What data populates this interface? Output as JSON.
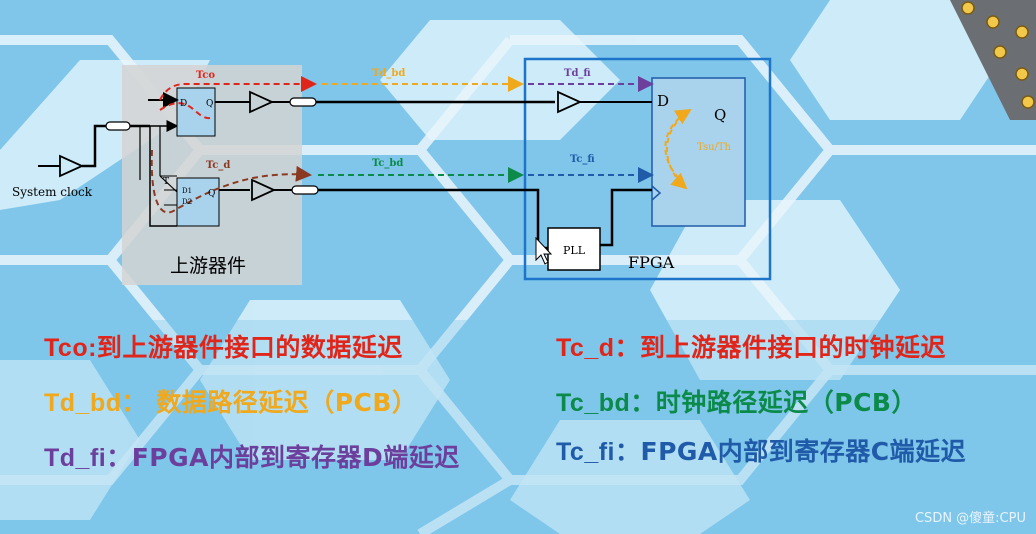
{
  "diagram": {
    "system_clock_label": "System clock",
    "upstream_label": "上游器件",
    "fpga_label": "FPGA",
    "pll_label": "PLL",
    "ff_d": "D",
    "ff_q": "Q",
    "ff2_d1": "D1",
    "ff2_d2": "D2",
    "ff2_t": "T",
    "fpga_ff_d": "D",
    "fpga_ff_q": "Q",
    "tco": "Tco",
    "tc_d": "Tc_d",
    "td_bd": "Td_bd",
    "tc_bd": "Tc_bd",
    "td_fi": "Td_fi",
    "tc_fi": "Tc_fi",
    "tsu_th": "Tsu/Th"
  },
  "legend": {
    "tco_key": "Tco:",
    "tco_text": "到上游器件接口的数据延迟",
    "tc_d_key": "Tc_d",
    "tc_d_text": "：到上游器件接口的时钟延迟",
    "td_bd_key": "Td_bd",
    "td_bd_text": "：  数据路径延迟（PCB）",
    "tc_bd_key": "Tc_bd",
    "tc_bd_text": "：时钟路径延迟（PCB）",
    "td_fi_key": "Td_fi",
    "td_fi_text": "：FPGA内部到寄存器D端延迟",
    "tc_fi_key": "Tc_fi",
    "tc_fi_text": "：FPGA内部到寄存器C端延迟"
  },
  "colors": {
    "red": "#e0261b",
    "orange": "#f0a81c",
    "purple": "#6c3f9c",
    "green": "#0b8a4a",
    "blue": "#1f5ba8",
    "fpga_border": "#1e74c8",
    "register_fill": "#a9d3ec"
  },
  "watermark": "CSDN @傻童:CPU"
}
